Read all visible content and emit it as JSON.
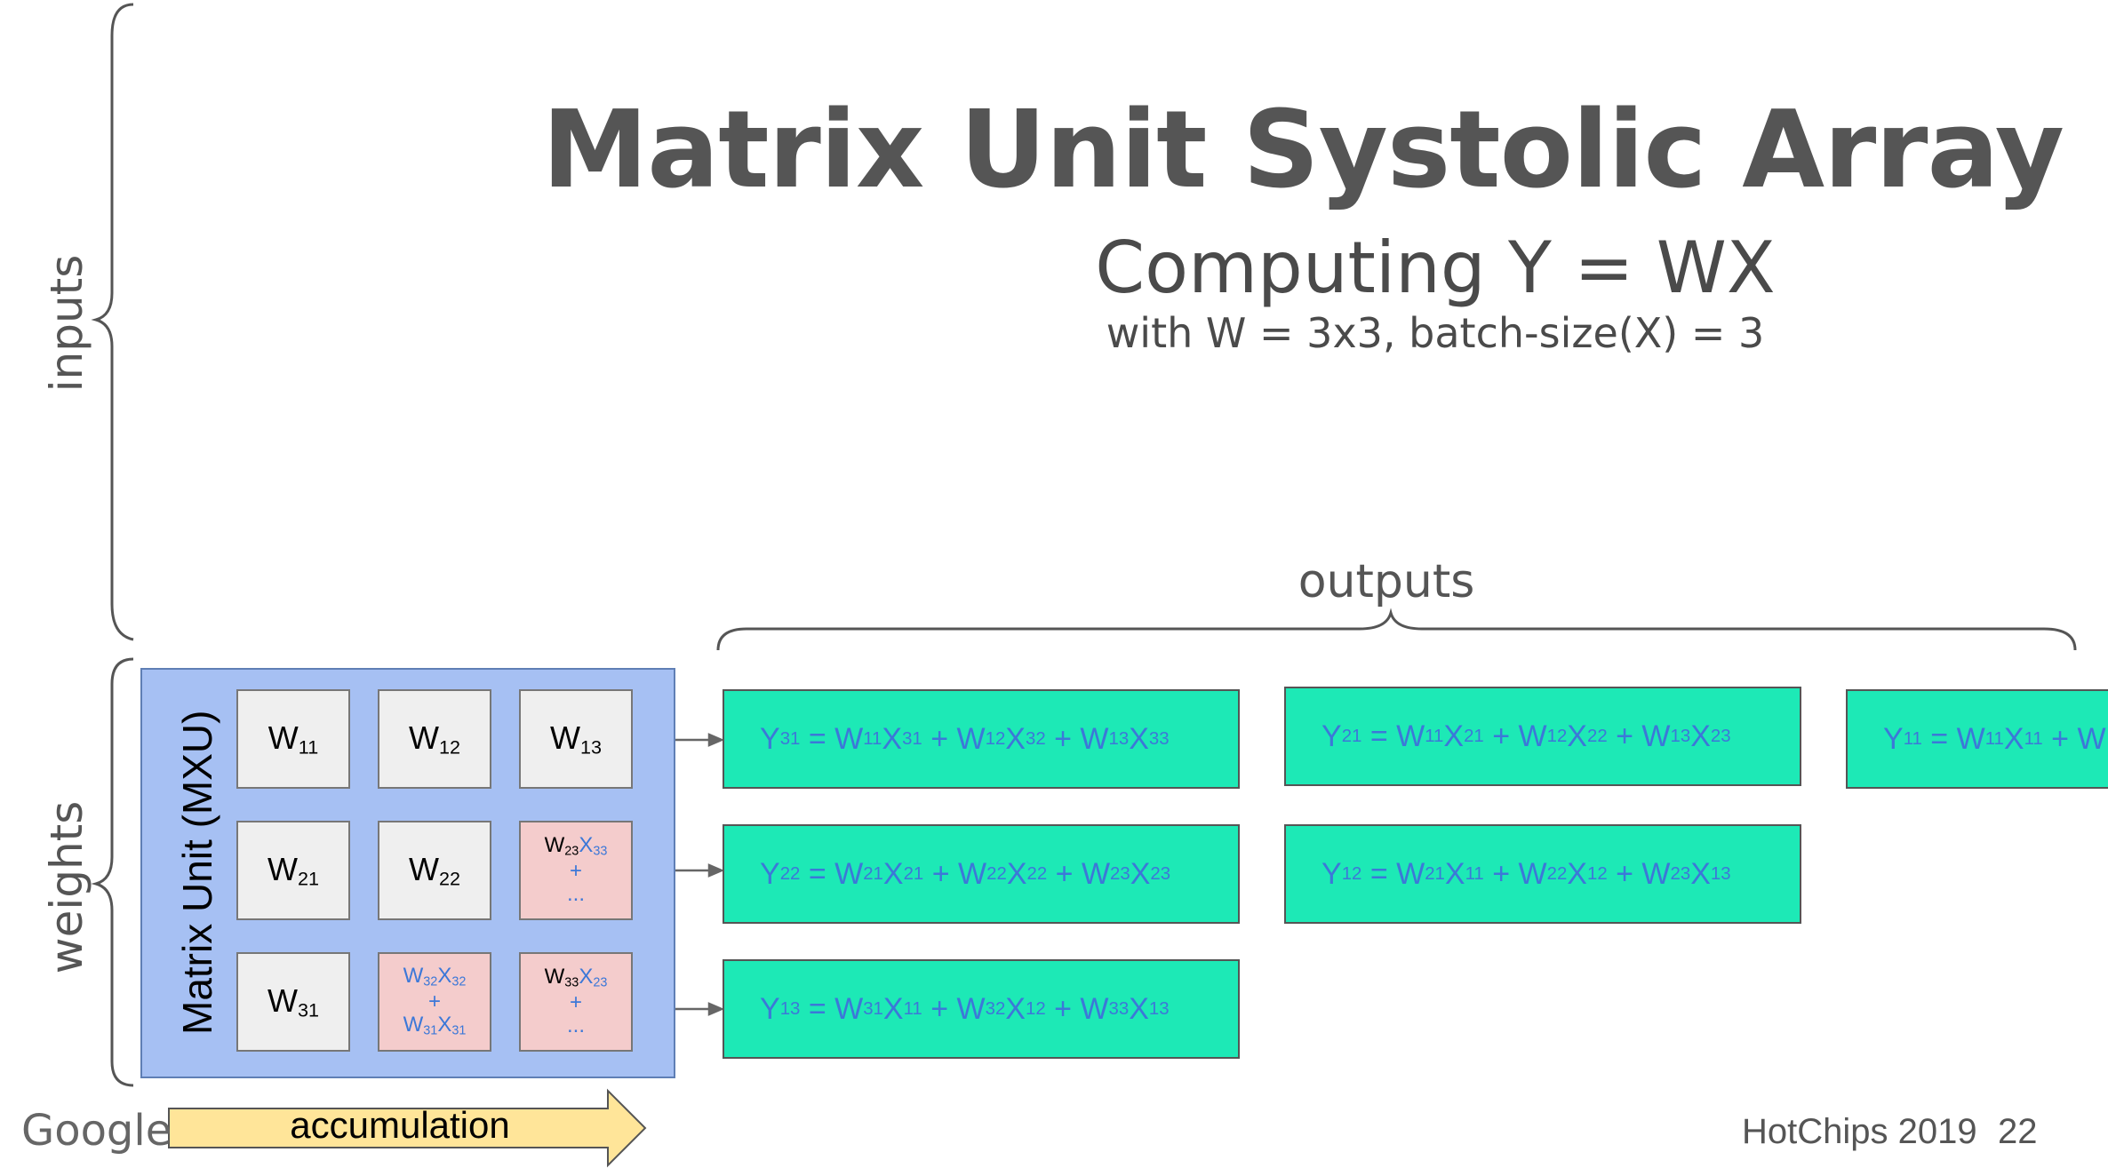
{
  "title": "Matrix Unit Systolic Array",
  "subtitle": "Computing Y = WX",
  "subsubtitle": "with W = 3x3, batch-size(X) = 3",
  "labels": {
    "inputs": "inputs",
    "weights": "weights",
    "outputs": "outputs",
    "mxu": "Matrix Unit (MXU)",
    "accumulation": "accumulation"
  },
  "grid": {
    "w11": {
      "base": "W",
      "sub": "11"
    },
    "w12": {
      "base": "W",
      "sub": "12"
    },
    "w13": {
      "base": "W",
      "sub": "13"
    },
    "w21": {
      "base": "W",
      "sub": "21"
    },
    "w22": {
      "base": "W",
      "sub": "22"
    },
    "w31": {
      "base": "W",
      "sub": "31"
    },
    "c23": {
      "w": "W",
      "wsub": "23",
      "x": "X",
      "xsub": "33",
      "plus": "+",
      "dots": "..."
    },
    "c32": {
      "w": "W",
      "wsub": "32",
      "x": "X",
      "xsub": "32",
      "plus": "+",
      "w2": "W",
      "w2sub": "31",
      "x2": "X",
      "x2sub": "31"
    },
    "c33": {
      "w": "W",
      "wsub": "33",
      "x": "X",
      "xsub": "23",
      "plus": "+",
      "dots": "..."
    }
  },
  "outputs": {
    "y31": {
      "y": "Y",
      "ysub": "31",
      "eq": " = ",
      "t1w": "W",
      "t1ws": "11",
      "t1x": "X",
      "t1xs": "31",
      "p1": " + ",
      "t2w": "W",
      "t2ws": "12",
      "t2x": "X",
      "t2xs": "32",
      "p2": " + ",
      "t3w": "W",
      "t3ws": "13",
      "t3x": "X",
      "t3xs": "33"
    },
    "y21": {
      "y": "Y",
      "ysub": "21",
      "eq": " = ",
      "t1w": "W",
      "t1ws": "11",
      "t1x": "X",
      "t1xs": "21",
      "p1": " + ",
      "t2w": "W",
      "t2ws": "12",
      "t2x": "X",
      "t2xs": "22",
      "p2": " + ",
      "t3w": "W",
      "t3ws": "13",
      "t3x": "X",
      "t3xs": "23"
    },
    "y11": {
      "y": "Y",
      "ysub": "11",
      "eq": " = ",
      "t1w": "W",
      "t1ws": "11",
      "t1x": "X",
      "t1xs": "11",
      "p1": " + W"
    },
    "y22": {
      "y": "Y",
      "ysub": "22",
      "eq": " = ",
      "t1w": "W",
      "t1ws": "21",
      "t1x": "X",
      "t1xs": "21",
      "p1": " + ",
      "t2w": "W",
      "t2ws": "22",
      "t2x": "X",
      "t2xs": "22",
      "p2": " + ",
      "t3w": "W",
      "t3ws": "23",
      "t3x": "X",
      "t3xs": "23"
    },
    "y12": {
      "y": "Y",
      "ysub": "12",
      "eq": " = ",
      "t1w": "W",
      "t1ws": "21",
      "t1x": "X",
      "t1xs": "11",
      "p1": " + ",
      "t2w": "W",
      "t2ws": "22",
      "t2x": "X",
      "t2xs": "12",
      "p2": " + ",
      "t3w": "W",
      "t3ws": "23",
      "t3x": "X",
      "t3xs": "13"
    },
    "y13": {
      "y": "Y",
      "ysub": "13",
      "eq": " = ",
      "t1w": "W",
      "t1ws": "31",
      "t1x": "X",
      "t1xs": "11",
      "p1": " + ",
      "t2w": "W",
      "t2ws": "32",
      "t2x": "X",
      "t2xs": "12",
      "p2": " + ",
      "t3w": "W",
      "t3ws": "33",
      "t3x": "X",
      "t3xs": "13"
    }
  },
  "footer": {
    "brand": "Google",
    "event": "HotChips 2019",
    "page": "22"
  },
  "colors": {
    "mxu_bg": "#a6c0f3",
    "output_bg": "#1de9b6",
    "accum_arrow": "#ffe599",
    "pink_cell": "#f4cccc",
    "formula_blue": "#3c78d8"
  }
}
